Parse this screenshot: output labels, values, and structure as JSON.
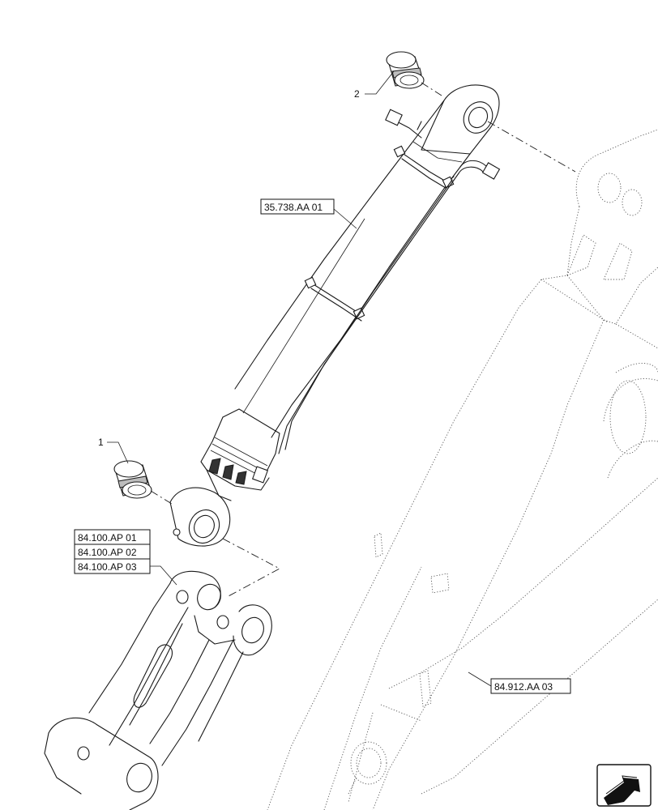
{
  "callouts": {
    "item1": "1",
    "item2": "2"
  },
  "refs": {
    "cylinder": "35.738.AA 01",
    "link_1": "84.100.AP 01",
    "link_2": "84.100.AP 02",
    "link_3": "84.100.AP 03",
    "dipper": "84.912.AA 03"
  },
  "icons": {
    "corner": "direction-arrow-icon"
  }
}
